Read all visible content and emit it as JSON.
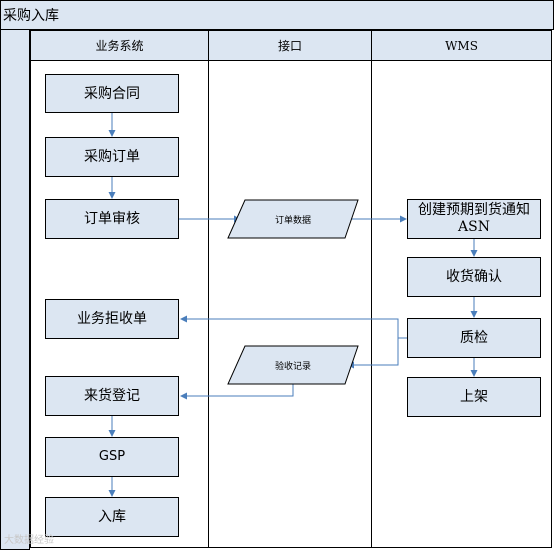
{
  "diagram": {
    "title": "采购入库",
    "lanes": [
      {
        "id": "business",
        "label": "业务系统"
      },
      {
        "id": "interface",
        "label": "接口"
      },
      {
        "id": "wms",
        "label": "WMS"
      }
    ],
    "nodes": {
      "purchase_contract": "采购合同",
      "purchase_order": "采购订单",
      "order_review": "订单审核",
      "order_data": "订单数据",
      "create_asn_line1": "创建预期到货通知",
      "create_asn_line2": "ASN",
      "receipt_confirm": "收货确认",
      "qc": "质检",
      "putaway": "上架",
      "reject_receipt": "业务拒收单",
      "inspection_record": "验收记录",
      "arrival_register": "来货登记",
      "gsp": "GSP",
      "inbound": "入库"
    },
    "edges": [
      {
        "from": "purchase_contract",
        "to": "purchase_order"
      },
      {
        "from": "purchase_order",
        "to": "order_review"
      },
      {
        "from": "order_review",
        "to": "order_data"
      },
      {
        "from": "order_data",
        "to": "create_asn"
      },
      {
        "from": "create_asn",
        "to": "receipt_confirm"
      },
      {
        "from": "receipt_confirm",
        "to": "qc"
      },
      {
        "from": "qc",
        "to": "putaway"
      },
      {
        "from": "qc",
        "to": "reject_receipt"
      },
      {
        "from": "qc",
        "to": "inspection_record"
      },
      {
        "from": "inspection_record",
        "to": "arrival_register"
      },
      {
        "from": "arrival_register",
        "to": "gsp"
      },
      {
        "from": "gsp",
        "to": "inbound"
      }
    ],
    "colors": {
      "fill": "#dce6f2",
      "stroke": "#000000",
      "arrow": "#4a7ebb"
    },
    "watermark": "大数据经验"
  }
}
